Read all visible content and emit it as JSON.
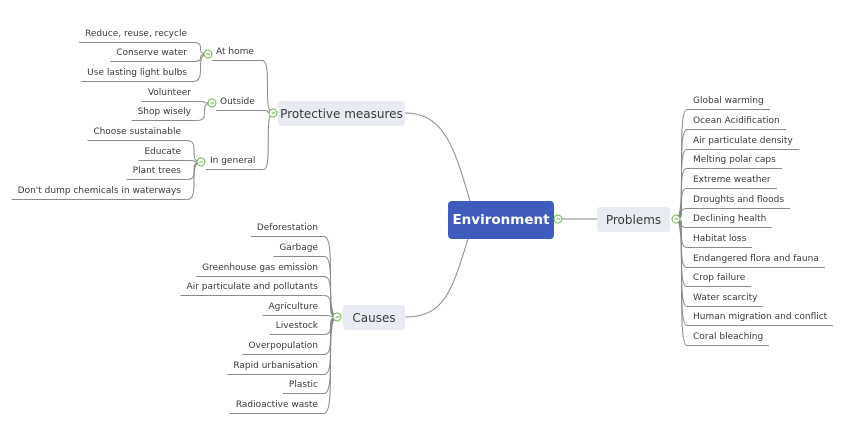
{
  "root": {
    "label": "Environment"
  },
  "protective": {
    "label": "Protective measures",
    "groups": [
      {
        "label": "At home",
        "items": [
          "Reduce, reuse, recycle",
          "Conserve water",
          "Use lasting light bulbs"
        ]
      },
      {
        "label": "Outside",
        "items": [
          "Volunteer",
          "Shop wisely"
        ]
      },
      {
        "label": "In general",
        "items": [
          "Choose sustainable",
          "Educate",
          "Plant trees",
          "Don't dump chemicals in waterways"
        ]
      }
    ]
  },
  "causes": {
    "label": "Causes",
    "items": [
      "Deforestation",
      "Garbage",
      "Greenhouse gas emission",
      "Air particulate and pollutants",
      "Agriculture",
      "Livestock",
      "Overpopulation",
      "Rapid urbanisation",
      "Plastic",
      "Radioactive waste"
    ]
  },
  "problems": {
    "label": "Problems",
    "items": [
      "Global warming",
      "Ocean Acidification",
      "Air particulate density",
      "Melting polar caps",
      "Extreme weather",
      "Droughts and floods",
      "Declining health",
      "Habitat loss",
      "Endangered flora and fauna",
      "Crop failure",
      "Water scarcity",
      "Human migration and conflict",
      "Coral bleaching"
    ]
  },
  "colors": {
    "root": "#3e5bbd",
    "branch_bg": "#e9ebf2",
    "toggle": "#6ab04c",
    "line": "#8a8a8a"
  }
}
